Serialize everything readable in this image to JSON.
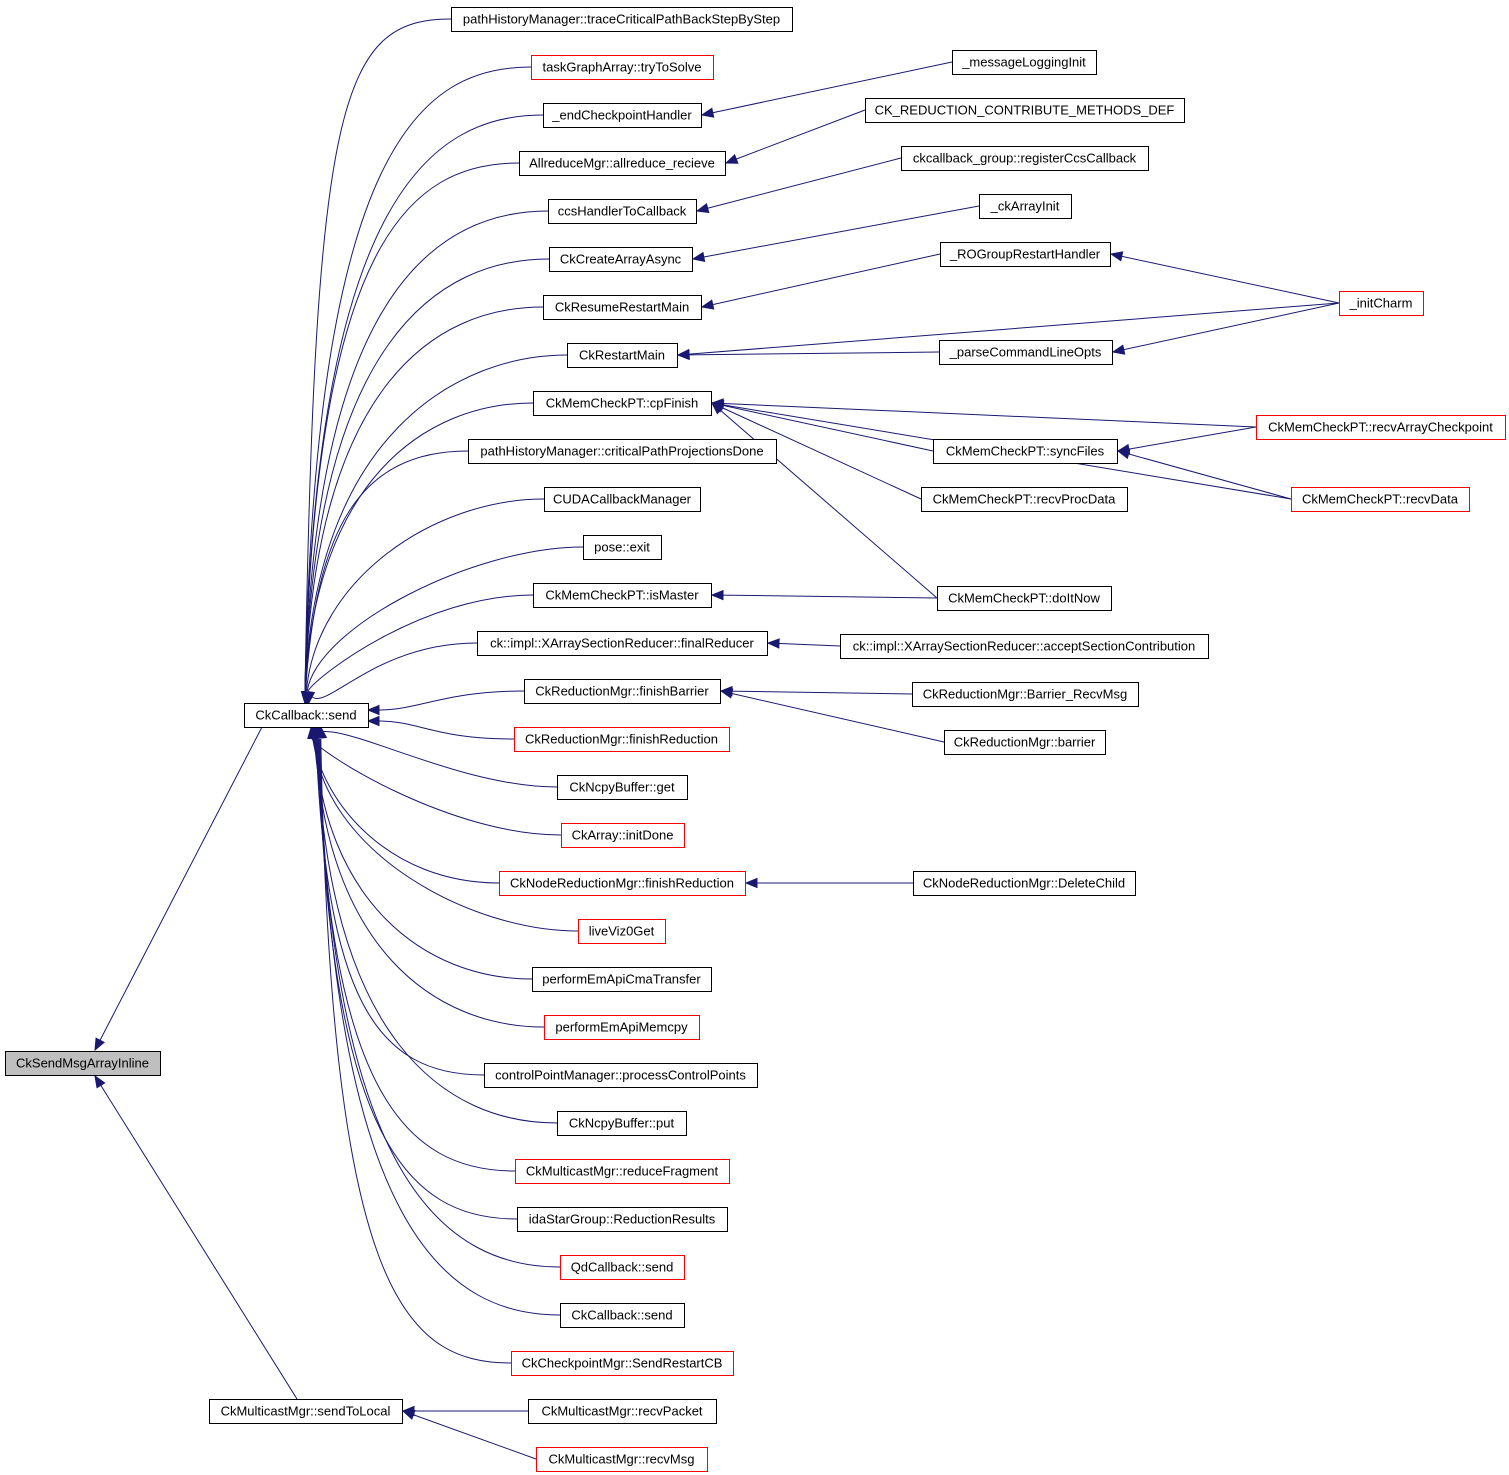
{
  "diagram": {
    "title": "CkSendMsgArrayInline caller graph",
    "colors": {
      "edge": "#191970",
      "node_border": "#000000",
      "truncated_border": "#ff0000",
      "focus_fill": "#bfbfbf"
    },
    "nodes": [
      {
        "id": "root",
        "label": "CkSendMsgArrayInline",
        "status": "focus"
      },
      {
        "id": "cbsend",
        "label": "CkCallback::send",
        "status": "normal"
      },
      {
        "id": "sendToLocal",
        "label": "CkMulticastMgr::sendToLocal",
        "status": "normal"
      },
      {
        "id": "phm_trace",
        "label": "pathHistoryManager::traceCriticalPathBackStepByStep",
        "status": "normal"
      },
      {
        "id": "tga_try",
        "label": "taskGraphArray::tryToSolve",
        "status": "truncated"
      },
      {
        "id": "endCkpt",
        "label": "_endCheckpointHandler",
        "status": "normal"
      },
      {
        "id": "allreduce",
        "label": "AllreduceMgr::allreduce_recieve",
        "status": "normal"
      },
      {
        "id": "ccsHandler",
        "label": "ccsHandlerToCallback",
        "status": "normal"
      },
      {
        "id": "createArrAsync",
        "label": "CkCreateArrayAsync",
        "status": "normal"
      },
      {
        "id": "resumeRestart",
        "label": "CkResumeRestartMain",
        "status": "normal"
      },
      {
        "id": "restartMain",
        "label": "CkRestartMain",
        "status": "normal"
      },
      {
        "id": "cpFinish",
        "label": "CkMemCheckPT::cpFinish",
        "status": "normal"
      },
      {
        "id": "phm_crit",
        "label": "pathHistoryManager::criticalPathProjectionsDone",
        "status": "normal"
      },
      {
        "id": "cudaCb",
        "label": "CUDACallbackManager",
        "status": "normal"
      },
      {
        "id": "poseExit",
        "label": "pose::exit",
        "status": "normal"
      },
      {
        "id": "isMaster",
        "label": "CkMemCheckPT::isMaster",
        "status": "normal"
      },
      {
        "id": "finalReducer",
        "label": "ck::impl::XArraySectionReducer::finalReducer",
        "status": "normal"
      },
      {
        "id": "finishBarrier",
        "label": "CkReductionMgr::finishBarrier",
        "status": "normal"
      },
      {
        "id": "finishReduction",
        "label": "CkReductionMgr::finishReduction",
        "status": "truncated"
      },
      {
        "id": "ncpyGet",
        "label": "CkNcpyBuffer::get",
        "status": "normal"
      },
      {
        "id": "initDone",
        "label": "CkArray::initDone",
        "status": "truncated"
      },
      {
        "id": "nodeFinishRed",
        "label": "CkNodeReductionMgr::finishReduction",
        "status": "truncated"
      },
      {
        "id": "liveViz",
        "label": "liveViz0Get",
        "status": "truncated"
      },
      {
        "id": "cmaTransfer",
        "label": "performEmApiCmaTransfer",
        "status": "normal"
      },
      {
        "id": "memcpy",
        "label": "performEmApiMemcpy",
        "status": "truncated"
      },
      {
        "id": "cpm",
        "label": "controlPointManager::processControlPoints",
        "status": "normal"
      },
      {
        "id": "ncpyPut",
        "label": "CkNcpyBuffer::put",
        "status": "normal"
      },
      {
        "id": "reduceFrag",
        "label": "CkMulticastMgr::reduceFragment",
        "status": "truncated"
      },
      {
        "id": "idaStar",
        "label": "idaStarGroup::ReductionResults",
        "status": "normal"
      },
      {
        "id": "qdSend",
        "label": "QdCallback::send",
        "status": "truncated"
      },
      {
        "id": "cbsend2",
        "label": "CkCallback::send",
        "status": "normal"
      },
      {
        "id": "sendRestartCB",
        "label": "CkCheckpointMgr::SendRestartCB",
        "status": "truncated"
      },
      {
        "id": "recvPacket",
        "label": "CkMulticastMgr::recvPacket",
        "status": "normal"
      },
      {
        "id": "recvMsg",
        "label": "CkMulticastMgr::recvMsg",
        "status": "truncated"
      },
      {
        "id": "msgLogInit",
        "label": "_messageLoggingInit",
        "status": "normal"
      },
      {
        "id": "ckRedContrib",
        "label": "CK_REDUCTION_CONTRIBUTE_METHODS_DEF",
        "status": "normal"
      },
      {
        "id": "regCcs",
        "label": "ckcallback_group::registerCcsCallback",
        "status": "normal"
      },
      {
        "id": "ckArrayInit",
        "label": "_ckArrayInit",
        "status": "normal"
      },
      {
        "id": "roGroup",
        "label": "_ROGroupRestartHandler",
        "status": "normal"
      },
      {
        "id": "parseCmd",
        "label": "_parseCommandLineOpts",
        "status": "normal"
      },
      {
        "id": "syncFiles",
        "label": "CkMemCheckPT::syncFiles",
        "status": "normal"
      },
      {
        "id": "recvProcData",
        "label": "CkMemCheckPT::recvProcData",
        "status": "normal"
      },
      {
        "id": "doItNow",
        "label": "CkMemCheckPT::doItNow",
        "status": "normal"
      },
      {
        "id": "acceptSection",
        "label": "ck::impl::XArraySectionReducer::acceptSectionContribution",
        "status": "normal"
      },
      {
        "id": "barrierRecv",
        "label": "CkReductionMgr::Barrier_RecvMsg",
        "status": "normal"
      },
      {
        "id": "barrier",
        "label": "CkReductionMgr::barrier",
        "status": "normal"
      },
      {
        "id": "deleteChild",
        "label": "CkNodeReductionMgr::DeleteChild",
        "status": "normal"
      },
      {
        "id": "initCharm",
        "label": "_initCharm",
        "status": "truncated"
      },
      {
        "id": "recvArrCkpt",
        "label": "CkMemCheckPT::recvArrayCheckpoint",
        "status": "truncated"
      },
      {
        "id": "recvData",
        "label": "CkMemCheckPT::recvData",
        "status": "truncated"
      }
    ],
    "edges": [
      {
        "from": "cbsend",
        "to": "root"
      },
      {
        "from": "sendToLocal",
        "to": "root"
      },
      {
        "from": "phm_trace",
        "to": "cbsend"
      },
      {
        "from": "tga_try",
        "to": "cbsend"
      },
      {
        "from": "endCkpt",
        "to": "cbsend"
      },
      {
        "from": "allreduce",
        "to": "cbsend"
      },
      {
        "from": "ccsHandler",
        "to": "cbsend"
      },
      {
        "from": "createArrAsync",
        "to": "cbsend"
      },
      {
        "from": "resumeRestart",
        "to": "cbsend"
      },
      {
        "from": "restartMain",
        "to": "cbsend"
      },
      {
        "from": "cpFinish",
        "to": "cbsend"
      },
      {
        "from": "phm_crit",
        "to": "cbsend"
      },
      {
        "from": "cudaCb",
        "to": "cbsend"
      },
      {
        "from": "poseExit",
        "to": "cbsend"
      },
      {
        "from": "isMaster",
        "to": "cbsend"
      },
      {
        "from": "finalReducer",
        "to": "cbsend"
      },
      {
        "from": "finishBarrier",
        "to": "cbsend"
      },
      {
        "from": "finishReduction",
        "to": "cbsend"
      },
      {
        "from": "ncpyGet",
        "to": "cbsend"
      },
      {
        "from": "initDone",
        "to": "cbsend"
      },
      {
        "from": "nodeFinishRed",
        "to": "cbsend"
      },
      {
        "from": "liveViz",
        "to": "cbsend"
      },
      {
        "from": "cmaTransfer",
        "to": "cbsend"
      },
      {
        "from": "memcpy",
        "to": "cbsend"
      },
      {
        "from": "cpm",
        "to": "cbsend"
      },
      {
        "from": "ncpyPut",
        "to": "cbsend"
      },
      {
        "from": "reduceFrag",
        "to": "cbsend"
      },
      {
        "from": "idaStar",
        "to": "cbsend"
      },
      {
        "from": "qdSend",
        "to": "cbsend"
      },
      {
        "from": "cbsend2",
        "to": "cbsend"
      },
      {
        "from": "sendRestartCB",
        "to": "cbsend"
      },
      {
        "from": "recvPacket",
        "to": "sendToLocal"
      },
      {
        "from": "recvMsg",
        "to": "sendToLocal"
      },
      {
        "from": "msgLogInit",
        "to": "endCkpt"
      },
      {
        "from": "ckRedContrib",
        "to": "allreduce"
      },
      {
        "from": "regCcs",
        "to": "ccsHandler"
      },
      {
        "from": "ckArrayInit",
        "to": "createArrAsync"
      },
      {
        "from": "roGroup",
        "to": "resumeRestart"
      },
      {
        "from": "initCharm",
        "to": "restartMain"
      },
      {
        "from": "parseCmd",
        "to": "restartMain"
      },
      {
        "from": "initCharm",
        "to": "roGroup"
      },
      {
        "from": "initCharm",
        "to": "parseCmd"
      },
      {
        "from": "recvArrCkpt",
        "to": "cpFinish"
      },
      {
        "from": "syncFiles",
        "to": "cpFinish"
      },
      {
        "from": "recvProcData",
        "to": "cpFinish"
      },
      {
        "from": "recvData",
        "to": "cpFinish"
      },
      {
        "from": "doItNow",
        "to": "cpFinish"
      },
      {
        "from": "recvArrCkpt",
        "to": "syncFiles"
      },
      {
        "from": "recvData",
        "to": "syncFiles"
      },
      {
        "from": "doItNow",
        "to": "isMaster"
      },
      {
        "from": "acceptSection",
        "to": "finalReducer"
      },
      {
        "from": "barrierRecv",
        "to": "finishBarrier"
      },
      {
        "from": "barrier",
        "to": "finishBarrier"
      },
      {
        "from": "deleteChild",
        "to": "nodeFinishRed"
      }
    ]
  }
}
